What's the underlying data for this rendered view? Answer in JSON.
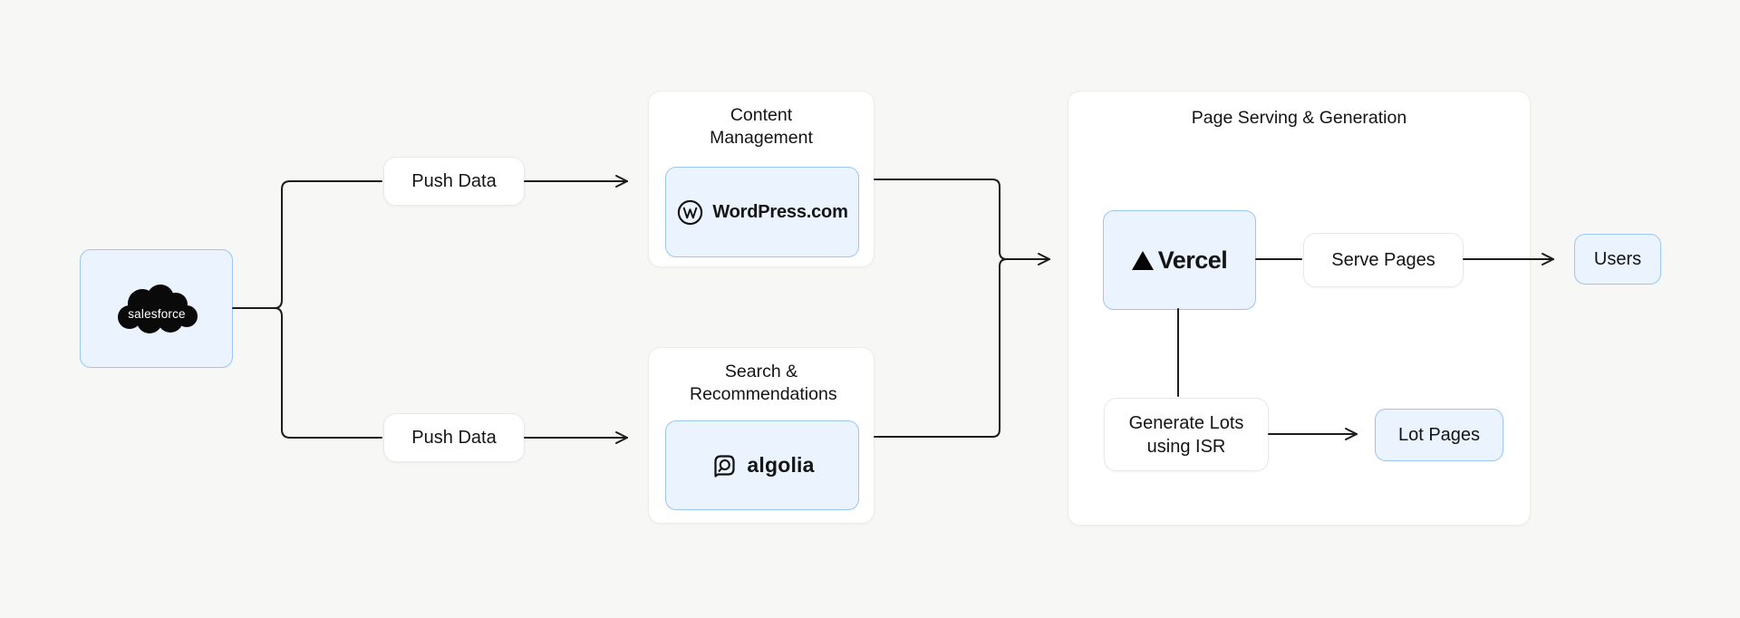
{
  "diagram": {
    "colors": {
      "bg": "#f7f7f5",
      "line": "#1c1c1c",
      "blue_fill": "#eaf3fe",
      "blue_border": "#9cc6f3",
      "card_fill": "#ffffff",
      "card_border": "#ececea",
      "pill_border": "#e9e9e7",
      "text": "#141414"
    },
    "nodes": {
      "salesforce": {
        "icon": "salesforce-cloud-icon",
        "logo_text": "salesforce"
      },
      "push_data_top": {
        "label": "Push Data"
      },
      "push_data_bottom": {
        "label": "Push Data"
      },
      "content_management": {
        "title": "Content Management",
        "service": {
          "icon": "wordpress-icon",
          "label": "WordPress.com"
        }
      },
      "search_recommendations": {
        "title": "Search & Recommendations",
        "service": {
          "icon": "algolia-icon",
          "label": "algolia"
        }
      },
      "page_serving": {
        "title": "Page Serving & Generation",
        "vercel": {
          "icon": "vercel-triangle-icon",
          "label": "Vercel"
        },
        "serve_pages": {
          "label": "Serve Pages"
        },
        "generate_lots": {
          "label": "Generate Lots using ISR"
        },
        "lot_pages": {
          "label": "Lot Pages"
        }
      },
      "users": {
        "label": "Users"
      }
    },
    "edges": [
      "salesforce -> push_data_top",
      "salesforce -> push_data_bottom",
      "push_data_top -> content_management",
      "push_data_bottom -> search_recommendations",
      "content_management -> page_serving",
      "search_recommendations -> page_serving",
      "vercel -> serve_pages",
      "serve_pages -> users",
      "vercel -> generate_lots",
      "generate_lots -> lot_pages"
    ]
  }
}
